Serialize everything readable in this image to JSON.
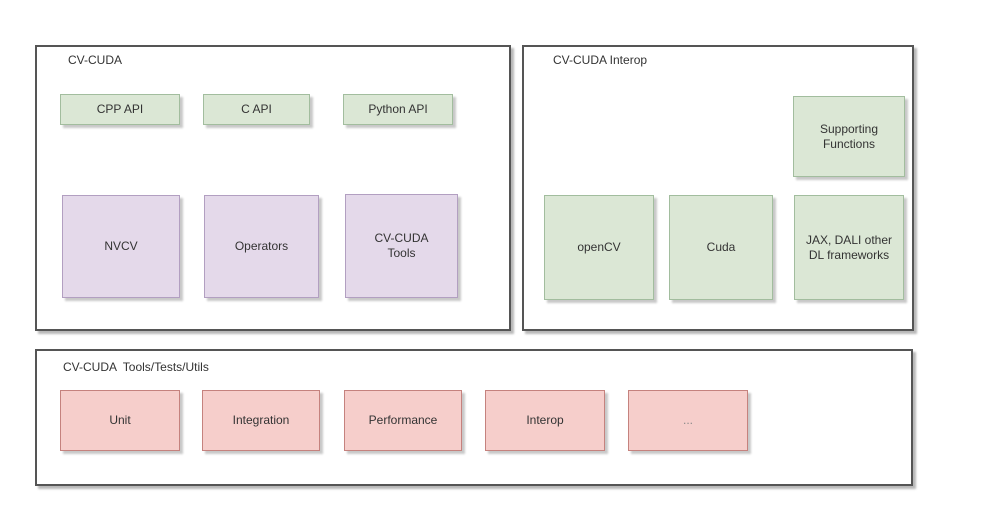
{
  "colors": {
    "green_fill": "#dbe7d5",
    "green_border": "#a2bd9e",
    "purple_fill": "#e4d9ea",
    "purple_border": "#b29fc1",
    "red_fill": "#f6cecb",
    "red_border": "#c5827e",
    "container_border": "#555555",
    "text": "#333333"
  },
  "groups": {
    "cvcuda": {
      "title": "CV-CUDA",
      "api_boxes": [
        "CPP API",
        "C API",
        "Python API"
      ],
      "module_boxes": [
        "NVCV",
        "Operators",
        "CV-CUDA\nTools"
      ]
    },
    "interop": {
      "title": "CV-CUDA Interop",
      "supporting_box": "Supporting\nFunctions",
      "library_boxes": [
        "openCV",
        "Cuda",
        "JAX, DALI other\nDL frameworks"
      ]
    },
    "tools": {
      "title": "CV-CUDA  Tools/Tests/Utils",
      "test_boxes": [
        "Unit",
        "Integration",
        "Performance",
        "Interop",
        "..."
      ]
    }
  }
}
